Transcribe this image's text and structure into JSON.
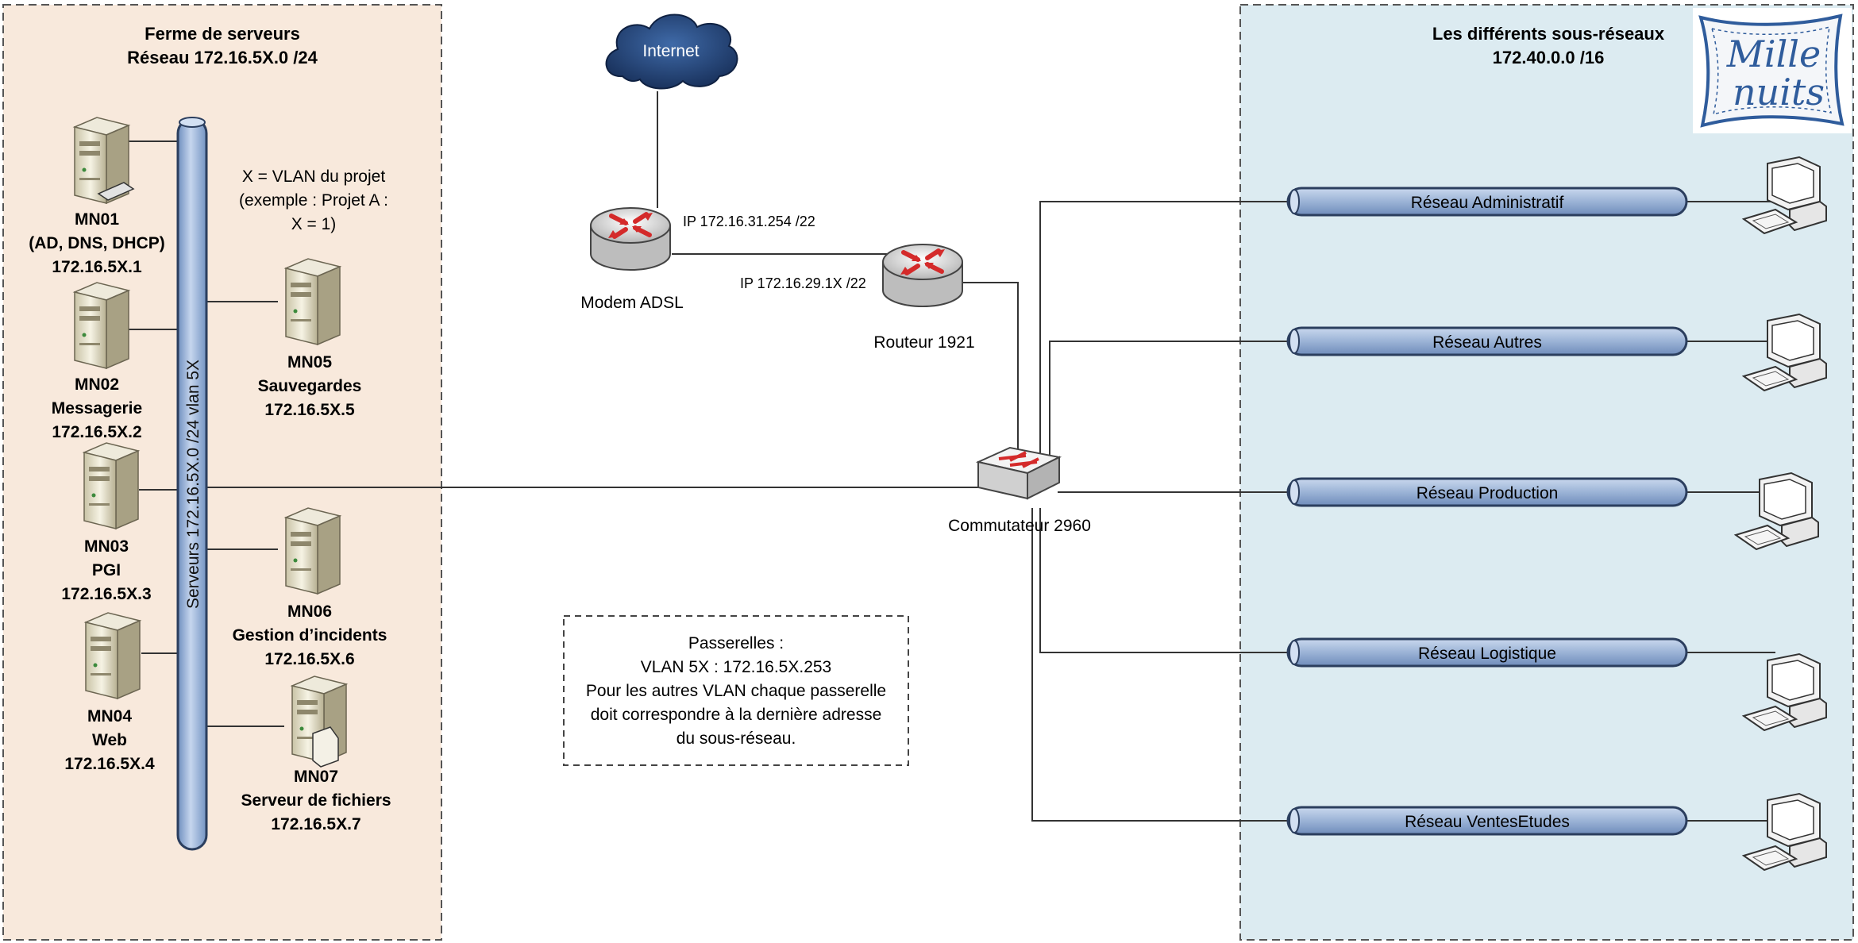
{
  "server_farm": {
    "title": "Ferme de serveurs",
    "subtitle": "Réseau 172.16.5X.0 /24",
    "bus_label": "Serveurs  172.16.5X.0 /24   vlan 5X",
    "vlan_note": [
      "X = VLAN du projet",
      "(exemple : Projet A :",
      "X = 1)"
    ],
    "servers": [
      {
        "id": "MN01",
        "lines": [
          "MN01",
          "(AD, DNS, DHCP)",
          "172.16.5X.1"
        ]
      },
      {
        "id": "MN02",
        "lines": [
          "MN02",
          "Messagerie",
          "172.16.5X.2"
        ]
      },
      {
        "id": "MN03",
        "lines": [
          "MN03",
          "PGI",
          "172.16.5X.3"
        ]
      },
      {
        "id": "MN04",
        "lines": [
          "MN04",
          "Web",
          "172.16.5X.4"
        ]
      },
      {
        "id": "MN05",
        "lines": [
          "MN05",
          "Sauvegardes",
          "172.16.5X.5"
        ]
      },
      {
        "id": "MN06",
        "lines": [
          "MN06",
          "Gestion d’incidents",
          "172.16.5X.6"
        ]
      },
      {
        "id": "MN07",
        "lines": [
          "MN07",
          "Serveur de fichiers",
          "172.16.5X.7"
        ]
      }
    ]
  },
  "wan": {
    "internet": "Internet",
    "modem": "Modem ADSL",
    "modem_ip": "IP 172.16.31.254 /22",
    "router": "Routeur 1921",
    "router_ip": "IP 172.16.29.1X /22",
    "switch": "Commutateur 2960"
  },
  "gateways_note": [
    "Passerelles :",
    "VLAN 5X : 172.16.5X.253",
    "Pour les autres VLAN chaque passerelle",
    "doit correspondre à la dernière adresse",
    "du sous-réseau."
  ],
  "subnets": {
    "title": "Les différents sous-réseaux",
    "subtitle": "172.40.0.0 /16",
    "items": [
      "Réseau Administratif",
      "Réseau Autres",
      "Réseau Production",
      "Réseau Logistique",
      "Réseau VentesEtudes"
    ]
  },
  "logo": {
    "line1": "Mille",
    "line2": "nuits"
  },
  "colors": {
    "farm_bg": "#f8e9dc",
    "subnets_bg": "#dcebf1",
    "bus_fill": "#9bb3d6",
    "router_arrow": "#d42a2a",
    "cloud": "#1e3f73",
    "logo_blue": "#2f5c9c"
  }
}
